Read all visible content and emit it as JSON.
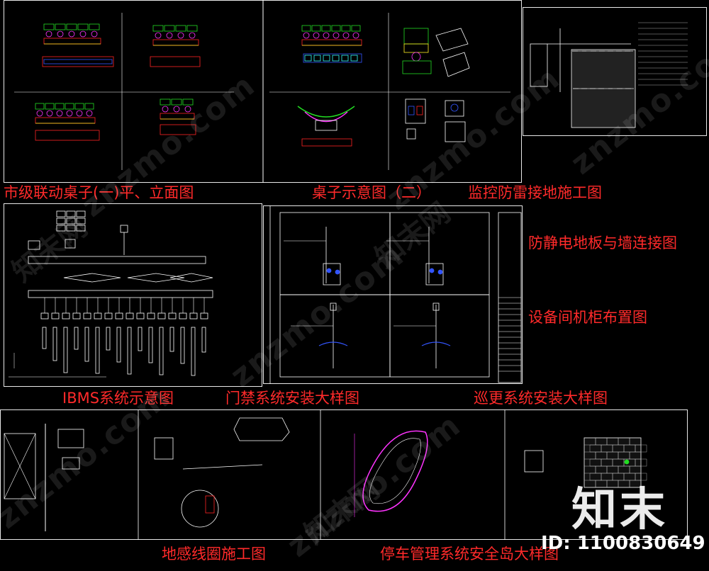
{
  "captions": {
    "desk_plan": "市级联动桌子(一)平、立面图",
    "desk_sketch": "桌子示意图（二）",
    "lightning": "监控防雷接地施工图",
    "antistatic": "防静电地板与墙连接图",
    "cabinet": "设备间机柜布置图",
    "ibms": "IBMS系统示意图",
    "access": "门禁系统安装大样图",
    "patrol": "巡更系统安装大样图",
    "loop": "地感线圈施工图",
    "parking": "停车管理系统安全岛大样图"
  },
  "watermark": {
    "brand_cn": "知末",
    "id_label": "ID: 1100830649",
    "diagonal_text": "znzmo.com",
    "cn_mark": "知末网"
  },
  "colors": {
    "background": "#000000",
    "frame": "#e8e8e8",
    "caption": "#ff2a2a",
    "drawing_line": "#ffffff",
    "accent_green": "#22dd22",
    "accent_magenta": "#ff33ff",
    "accent_red": "#ff2222",
    "accent_blue": "#3355ff",
    "accent_yellow": "#ffee22",
    "accent_cyan": "#33ffff"
  }
}
